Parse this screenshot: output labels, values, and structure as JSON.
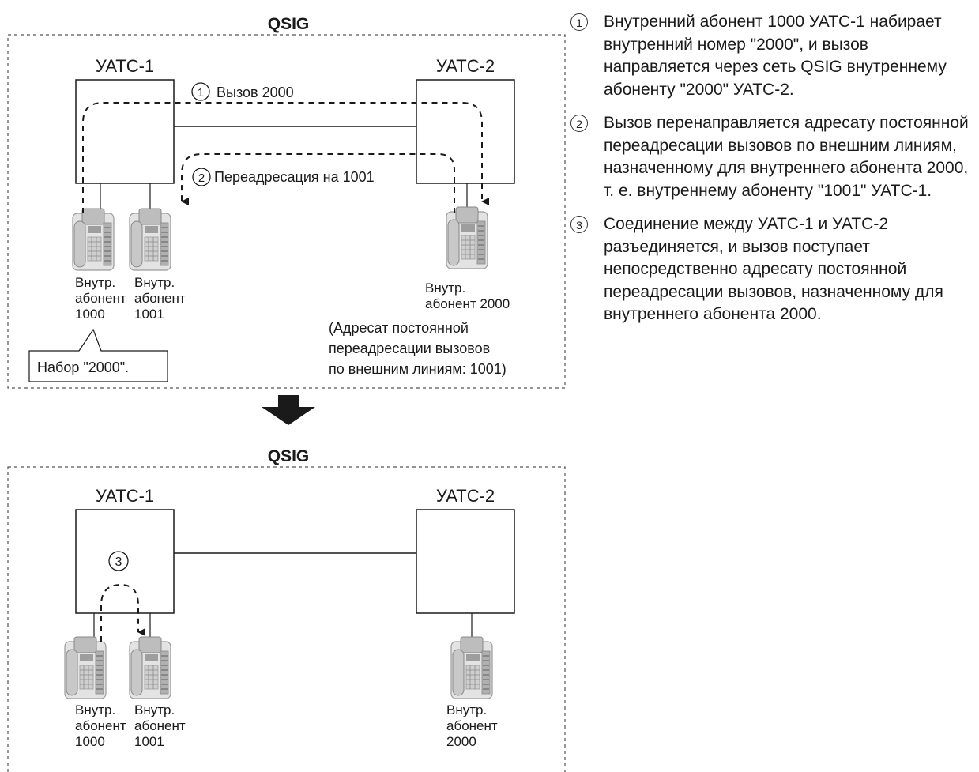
{
  "top_diagram": {
    "network_label": "QSIG",
    "pbx1_label": "УАТС-1",
    "pbx2_label": "УАТС-2",
    "call_num": "1",
    "call_label": "Вызов 2000",
    "redirect_num": "2",
    "redirect_label": "Переадресация на 1001",
    "ext1000": [
      "Внутр.",
      "абонент",
      "1000"
    ],
    "ext1001": [
      "Внутр.",
      "абонент",
      "1001"
    ],
    "ext2000": [
      "Внутр.",
      "абонент 2000"
    ],
    "dial_callout": "Набор \"2000\".",
    "note": [
      "(Адресат постоянной",
      "переадресации вызовов",
      "по внешним линиям: 1001)"
    ]
  },
  "bottom_diagram": {
    "network_label": "QSIG",
    "pbx1_label": "УАТС-1",
    "pbx2_label": "УАТС-2",
    "connect_num": "3",
    "ext1000": [
      "Внутр.",
      "абонент",
      "1000"
    ],
    "ext1001": [
      "Внутр.",
      "абонент",
      "1001"
    ],
    "ext2000": [
      "Внутр.",
      "абонент",
      "2000"
    ]
  },
  "steps": [
    {
      "num": "1",
      "text": "Внутренний абонент 1000 УАТС-1 набирает внутренний номер \"2000\", и вызов направляется через сеть QSIG внутреннему абоненту \"2000\" УАТС-2."
    },
    {
      "num": "2",
      "text": "Вызов перенаправляется адресату постоянной переадресации вызовов по внешним линиям, назначенному для внутреннего абонента 2000, т. е. внутреннему абоненту \"1001\" УАТС-1."
    },
    {
      "num": "3",
      "text": "Соединение между УАТС-1 и УАТС-2 разъединяется, и вызов поступает непосредственно адресату постоянной переадресации вызовов, назначенному для внутреннего абонента 2000."
    }
  ]
}
